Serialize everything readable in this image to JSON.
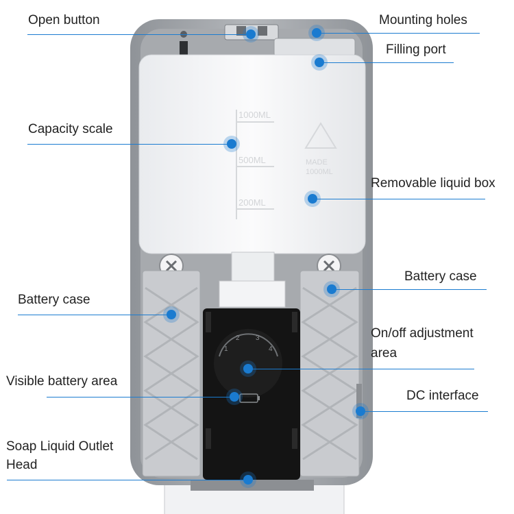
{
  "callouts": {
    "open_button": "Open button",
    "mounting_holes": "Mounting holes",
    "filling_port": "Filling port",
    "capacity_scale": "Capacity scale",
    "removable_liquid_box": "Removable liquid box",
    "battery_case_right": "Battery case",
    "battery_case_left": "Battery case",
    "onoff_line1": "On/off adjustment",
    "onoff_line2": "area",
    "visible_battery_area": "Visible battery area",
    "dc_interface": "DC interface",
    "outlet_line1": "Soap Liquid Outlet",
    "outlet_line2": "Head"
  },
  "device": {
    "tank_scale_labels": [
      "1000ML",
      "500ML",
      "200ML"
    ],
    "tank_embossed_line1": "MADE",
    "tank_embossed_line2": "1000ML",
    "dial_ticks": [
      "1",
      "2",
      "3",
      "4"
    ]
  },
  "colors": {
    "accent": "#1a7bd0",
    "housing": "#9ea2a7",
    "tank": "#f3f4f6",
    "battery_case": "#c9cbcf",
    "control_panel": "#141414"
  }
}
